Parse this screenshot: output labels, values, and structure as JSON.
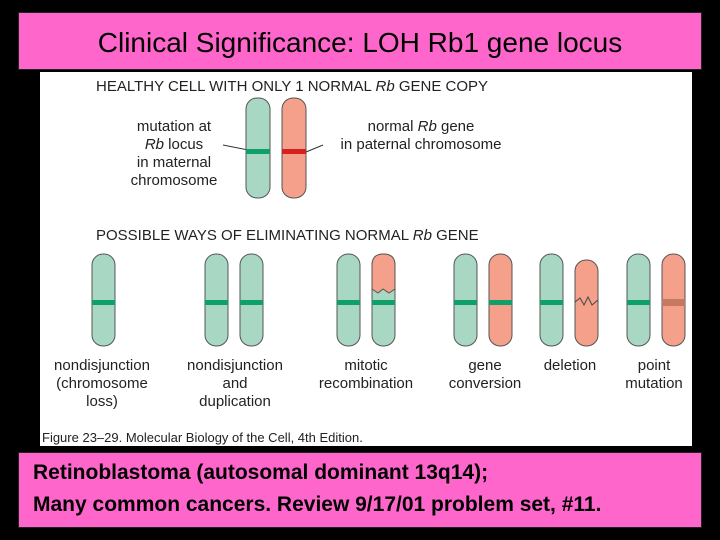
{
  "slide": {
    "title": "Clinical Significance: LOH Rb1 gene locus"
  },
  "figure": {
    "heading_top": {
      "prefix": "HEALTHY CELL WITH ONLY 1 NORMAL ",
      "italic": "Rb",
      "suffix": " GENE COPY"
    },
    "label_maternal": [
      {
        "text": "mutation at"
      },
      {
        "italic": "Rb",
        "text": " locus"
      },
      {
        "text": "in maternal"
      },
      {
        "text": "chromosome"
      }
    ],
    "label_paternal": [
      {
        "prefix": "normal ",
        "italic": "Rb",
        "suffix": " gene"
      },
      {
        "text": "in paternal chromosome"
      }
    ],
    "heading_ways": {
      "prefix": "POSSIBLE WAYS OF ELIMINATING NORMAL ",
      "italic": "Rb",
      "suffix": " GENE"
    },
    "mechanisms": [
      {
        "lines": [
          "nondisjunction",
          "(chromosome",
          "loss)"
        ]
      },
      {
        "lines": [
          "nondisjunction",
          "and",
          "duplication"
        ]
      },
      {
        "lines": [
          "mitotic",
          "recombination"
        ]
      },
      {
        "lines": [
          "gene",
          "conversion"
        ]
      },
      {
        "lines": [
          "deletion"
        ]
      },
      {
        "lines": [
          "point",
          "mutation"
        ]
      }
    ],
    "credit": "Figure 23–29. Molecular Biology of the Cell, 4th Edition.",
    "colors": {
      "maternal": "#a8d8c4",
      "paternal": "#f4a08a",
      "mutant_band": "#0fa06a",
      "normal_band": "#d62020",
      "outline": "#555555"
    }
  },
  "caption": {
    "line1": "Retinoblastoma (autosomal dominant 13q14);",
    "line2": "Many common cancers.  Review 9/17/01 problem set, #11."
  }
}
